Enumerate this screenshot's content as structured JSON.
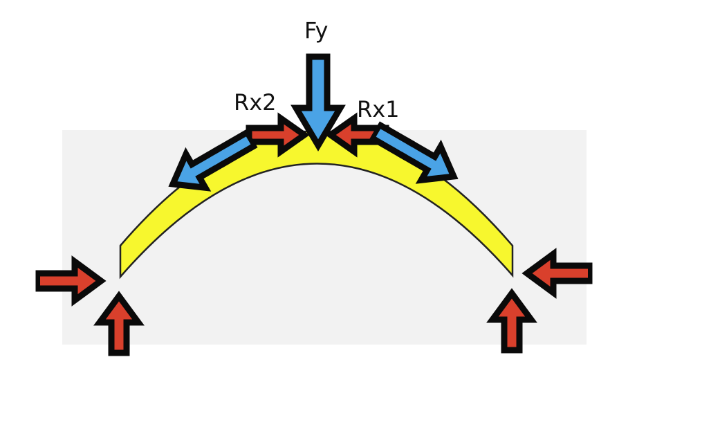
{
  "labels": {
    "fy": "Fy",
    "rx2": "Rx2",
    "rx1": "Rx1"
  },
  "colors": {
    "arch_fill": "#f7f72e",
    "arch_stroke": "#222222",
    "panel": "#f2f2f2",
    "reaction_arrow": "#d9402c",
    "load_arrow": "#4aa3e6",
    "arrow_outline": "#0a0a0a"
  },
  "arrows": {
    "fy": "load-arrow",
    "rx1_horizontal": "reaction-arrow",
    "rx1_diagonal": "load-arrow",
    "rx2_horizontal": "reaction-arrow",
    "rx2_diagonal": "load-arrow",
    "left_support_horizontal": "reaction-arrow",
    "left_support_vertical": "reaction-arrow",
    "right_support_horizontal": "reaction-arrow",
    "right_support_vertical": "reaction-arrow"
  }
}
